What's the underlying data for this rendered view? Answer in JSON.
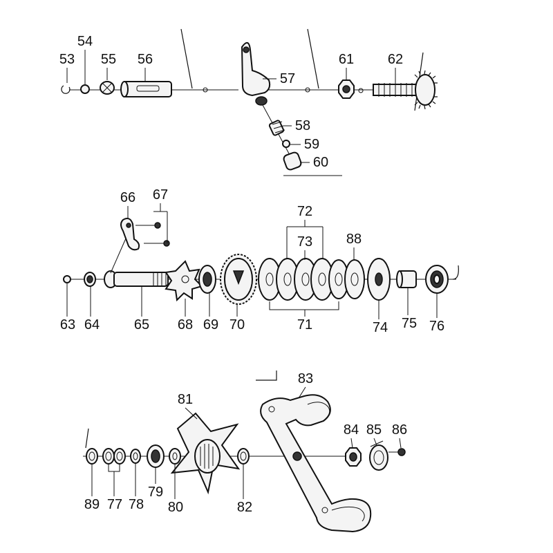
{
  "diagram": {
    "labels": {
      "p53": "53",
      "p54": "54",
      "p55": "55",
      "p56": "56",
      "p57": "57",
      "p58": "58",
      "p59": "59",
      "p60": "60",
      "p61": "61",
      "p62": "62",
      "p63": "63",
      "p64": "64",
      "p65": "65",
      "p66": "66",
      "p67": "67",
      "p68": "68",
      "p69": "69",
      "p70": "70",
      "p71": "71",
      "p72": "72",
      "p73": "73",
      "p74": "74",
      "p75": "75",
      "p76": "76",
      "p77": "77",
      "p78": "78",
      "p79": "79",
      "p80": "80",
      "p81": "81",
      "p82": "82",
      "p83": "83",
      "p84": "84",
      "p85": "85",
      "p86": "86",
      "p88": "88",
      "p89": "89"
    }
  }
}
